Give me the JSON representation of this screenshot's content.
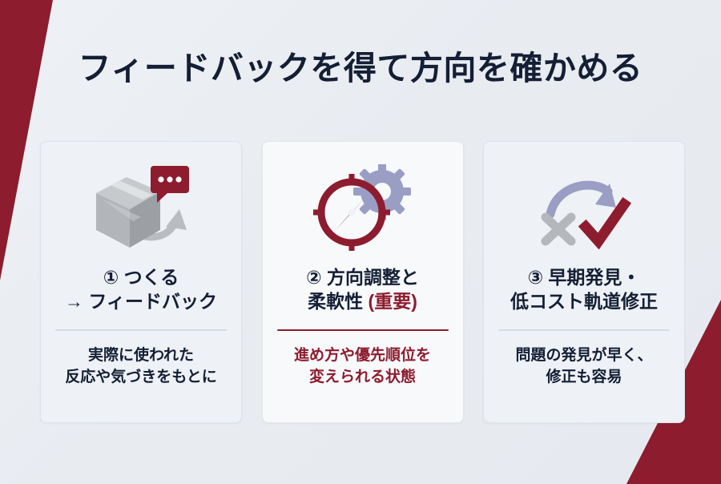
{
  "title": "フィードバックを得て方向を確かめる",
  "colors": {
    "accent_red": "#8d1c2e",
    "navy": "#141f35",
    "background": "#eaeef2",
    "card_bg": "#eef1f5",
    "card_bg_highlight": "#f7f9fb",
    "icon_gray": "#a8adb2",
    "icon_purple": "#9a9ec4",
    "divider_gray": "#d7dce3"
  },
  "decorations": {
    "left_wedge": "red-diagonal-wedge-top-left",
    "right_wedge": "red-diagonal-wedge-bottom-right"
  },
  "cards": [
    {
      "icon": "box-with-feedback-bubble-icon",
      "title_line1": "① つくる",
      "title_line2": "→ フィードバック",
      "desc_line1": "実際に使われた",
      "desc_line2": "反応や気づきをもとに",
      "highlight": false
    },
    {
      "icon": "compass-with-gear-icon",
      "title_line1": "② 方向調整と",
      "title_line2_main": "柔軟性 ",
      "title_line2_accent": "(重要)",
      "desc_line1": "進め方や優先順位を",
      "desc_line2": "変えられる状態",
      "highlight": true
    },
    {
      "icon": "cross-arrow-check-icon",
      "title_line1": "③ 早期発見・",
      "title_line2": "低コスト軌道修正",
      "desc_line1": "問題の発見が早く、",
      "desc_line2": "修正も容易",
      "highlight": false
    }
  ]
}
